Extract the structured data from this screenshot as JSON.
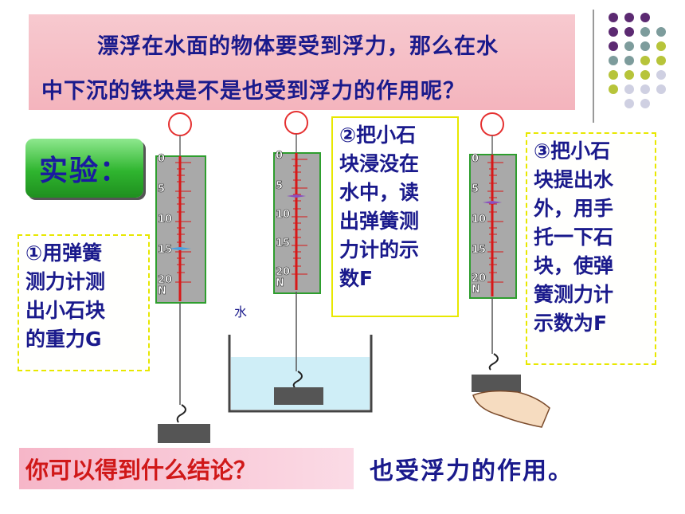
{
  "header": {
    "line1": "漂浮在水面的物体要受到浮力，那么在水",
    "line2": "中下沉的铁块是不是也受到浮力的作用呢？"
  },
  "experiment_label": "实验：",
  "steps": {
    "step1": [
      "①用弹簧",
      "测力计测",
      "出小石块",
      "的重力G"
    ],
    "step2": [
      "②把小石",
      "块浸没在",
      "水中，读",
      "出弹簧测",
      "力计的示",
      "数F"
    ],
    "step3": [
      "③把小石",
      "块提出水",
      "外，用手",
      "托一下石",
      "块，使弹",
      "簧测力计",
      "示数为F"
    ]
  },
  "scale": {
    "ticks": [
      "0",
      "5",
      "10",
      "15",
      "20"
    ],
    "unit": "N"
  },
  "water_label": "水",
  "question": "你可以得到什么结论？",
  "answer": "也受浮力的作用。",
  "colors": {
    "title_text": "#1a1a8c",
    "header_bg": "#f4b4bd",
    "scale_bg": "#a9a9a9",
    "scale_border": "#2e9e2e",
    "water": "#cfeef7",
    "question_text": "#d01818"
  }
}
